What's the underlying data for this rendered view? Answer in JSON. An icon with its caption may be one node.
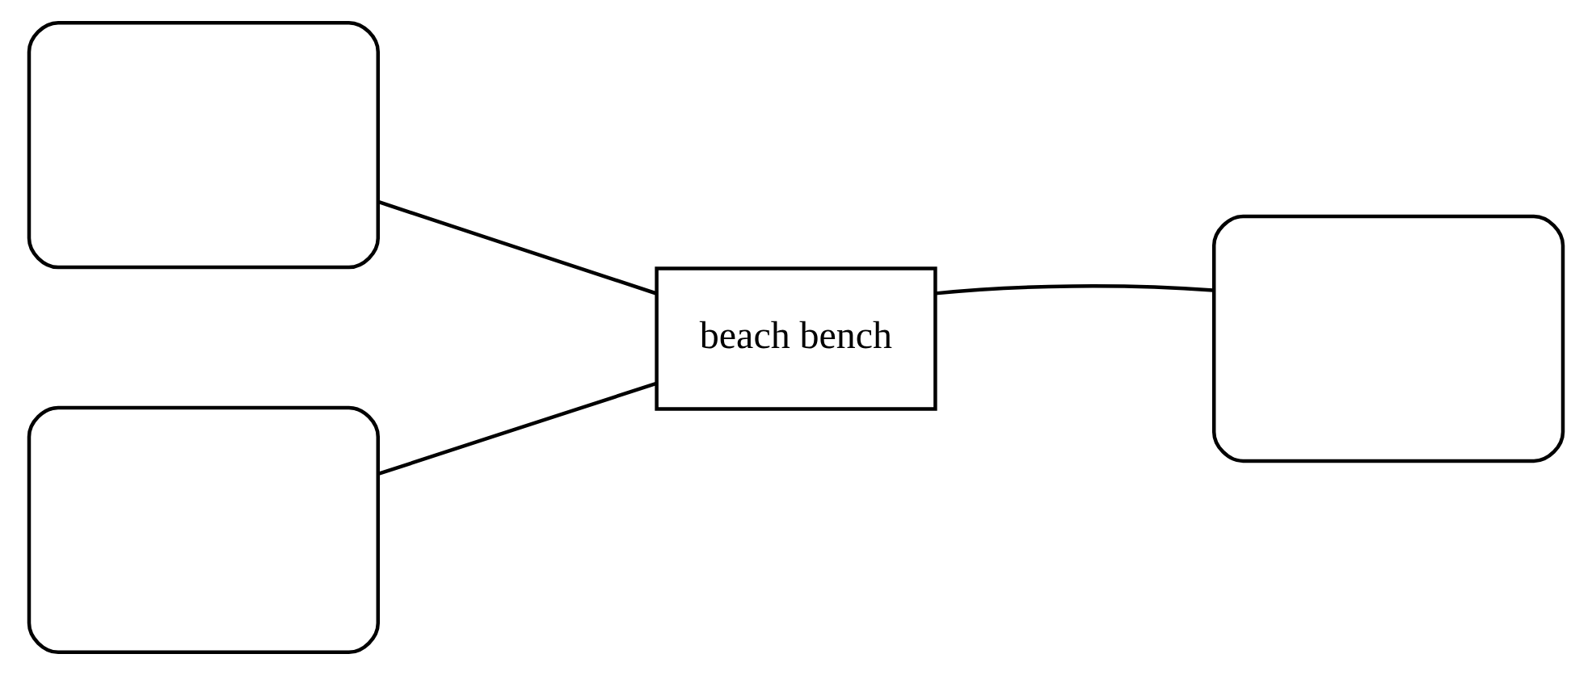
{
  "diagram": {
    "nodes": [
      {
        "text": [],
        "shape": "box"
      },
      {
        "text": [],
        "shape": "box"
      },
      {
        "text": [
          "beach bench"
        ]
      },
      {
        "text": [],
        "shape": "box"
      }
    ],
    "edges": [
      {
        "from": 0,
        "to": 2,
        "arrow": "none"
      },
      {
        "from": 1,
        "to": 2,
        "arrow": "none"
      },
      {
        "from": 3,
        "to": 2,
        "arrow": "none"
      }
    ]
  }
}
